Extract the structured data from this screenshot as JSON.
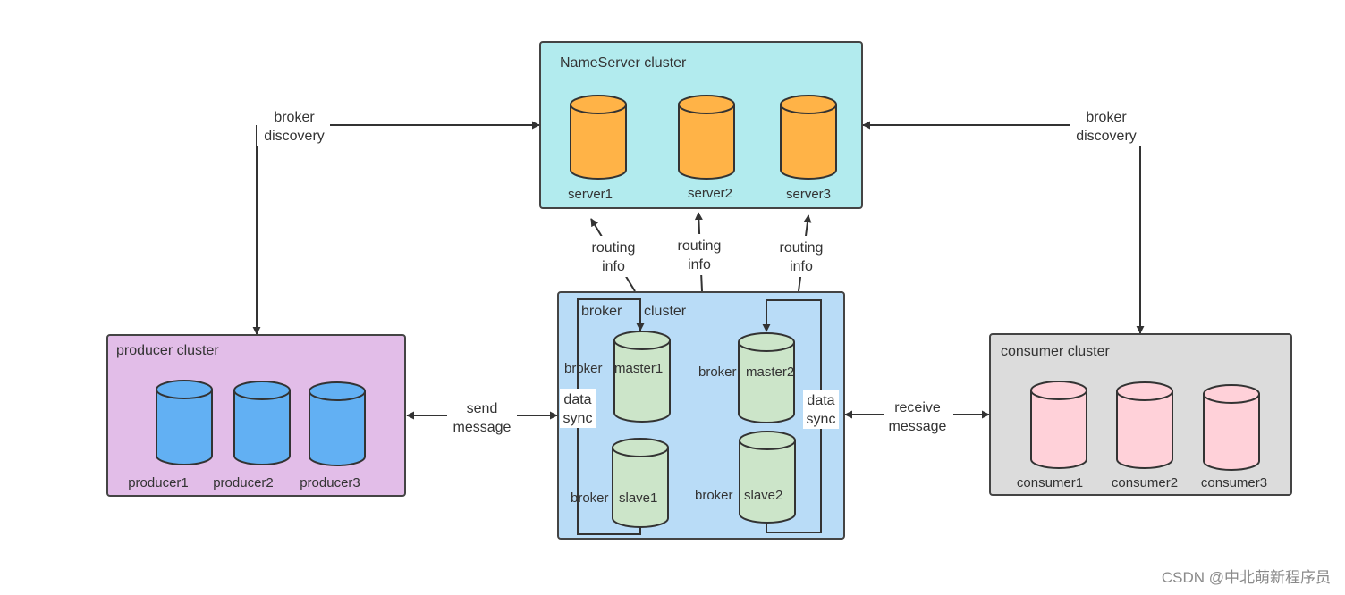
{
  "clusters": {
    "nameserver": {
      "title": "NameServer cluster",
      "fill": "#b2ebee",
      "nodes": [
        {
          "label": "server1",
          "color": "#ffb347"
        },
        {
          "label": "server2",
          "color": "#ffb347"
        },
        {
          "label": "server3",
          "color": "#ffb347"
        }
      ]
    },
    "producer": {
      "title": "producer cluster",
      "fill": "#e2bde8",
      "nodes": [
        {
          "label": "producer1",
          "color": "#62b0f3"
        },
        {
          "label": "producer2",
          "color": "#62b0f3"
        },
        {
          "label": "producer3",
          "color": "#62b0f3"
        }
      ]
    },
    "broker": {
      "title_part1": "broker",
      "title_part2": "cluster",
      "fill": "#b9dcf7",
      "nodes": [
        {
          "label_part1": "broker",
          "label_part2": "master1",
          "color": "#cce5c9"
        },
        {
          "label_part1": "broker",
          "label_part2": "master2",
          "color": "#cce5c9"
        },
        {
          "label_part1": "broker",
          "label_part2": "slave1",
          "color": "#cce5c9"
        },
        {
          "label_part1": "broker",
          "label_part2": "slave2",
          "color": "#cce5c9"
        }
      ],
      "sync_labels": [
        {
          "line1": "data",
          "line2": "sync"
        },
        {
          "line1": "data",
          "line2": "sync"
        }
      ]
    },
    "consumer": {
      "title": "consumer cluster",
      "fill": "#dcdcdc",
      "nodes": [
        {
          "label": "consumer1",
          "color": "#ffd1d9"
        },
        {
          "label": "consumer2",
          "color": "#ffd1d9"
        },
        {
          "label": "consumer3",
          "color": "#ffd1d9"
        }
      ]
    }
  },
  "edges": {
    "broker_discovery_left": {
      "line1": "broker",
      "line2": "discovery"
    },
    "broker_discovery_right": {
      "line1": "broker",
      "line2": "discovery"
    },
    "routing_info": [
      {
        "line1": "routing",
        "line2": "info"
      },
      {
        "line1": "routing",
        "line2": "info"
      },
      {
        "line1": "routing",
        "line2": "info"
      }
    ],
    "send_message": {
      "line1": "send",
      "line2": "message"
    },
    "receive_message": {
      "line1": "receive",
      "line2": "message"
    }
  },
  "watermark": "CSDN @中北萌新程序员",
  "colors": {
    "border": "#444444",
    "arrow": "#333333"
  }
}
